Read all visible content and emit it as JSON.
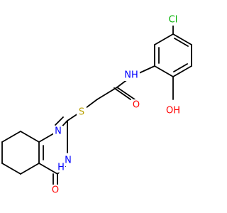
{
  "atoms": [
    {
      "id": "Cl",
      "label": "Cl",
      "color": "#00b000"
    },
    {
      "id": "OH",
      "label": "OH",
      "color": "#ff0000"
    },
    {
      "id": "NH",
      "label": "NH",
      "color": "#0000ff"
    },
    {
      "id": "O_amide",
      "label": "O",
      "color": "#ff0000"
    },
    {
      "id": "S",
      "label": "S",
      "color": "#b8a000"
    },
    {
      "id": "N1",
      "label": "N",
      "color": "#0000ff"
    },
    {
      "id": "N3H",
      "label": "N",
      "color": "#0000ff"
    },
    {
      "id": "N3H_H",
      "label": "H",
      "color": "#0000ff"
    },
    {
      "id": "O_ring",
      "label": "O",
      "color": "#ff0000"
    }
  ]
}
